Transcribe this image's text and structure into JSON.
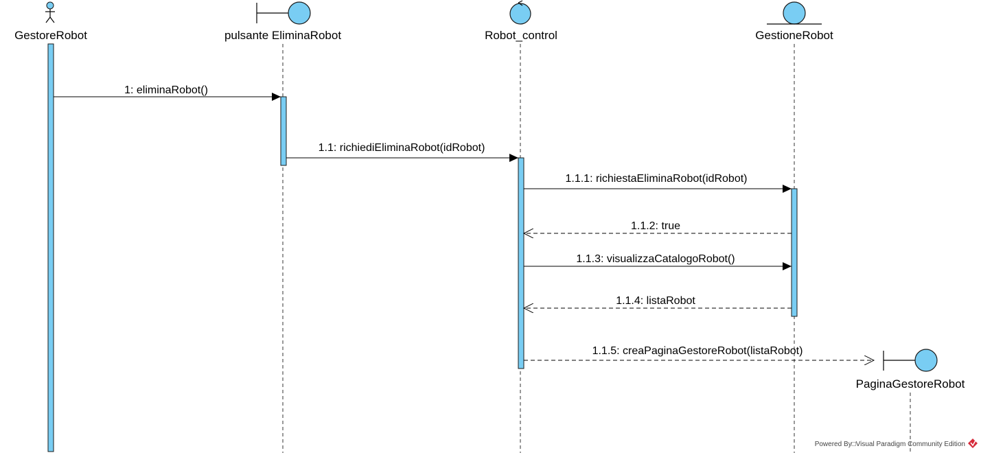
{
  "participants": {
    "actor": "GestoreRobot",
    "boundary": "pulsante EliminaRobot",
    "control": "Robot_control",
    "entity": "GestioneRobot",
    "page": "PaginaGestoreRobot"
  },
  "messages": {
    "m1": "1: eliminaRobot()",
    "m11": "1.1: richiediEliminaRobot(idRobot)",
    "m111": "1.1.1: richiestaEliminaRobot(idRobot)",
    "m112": "1.1.2: true",
    "m113": "1.1.3: visualizzaCatalogoRobot()",
    "m114": "1.1.4: listaRobot",
    "m115": "1.1.5: creaPaginaGestoreRobot(listaRobot)"
  },
  "footer": {
    "text": "Powered By□Visual Paradigm Community Edition"
  },
  "colors": {
    "fill": "#79cdf3",
    "stroke": "#1a1a1a",
    "logo": "#d62b3a"
  }
}
